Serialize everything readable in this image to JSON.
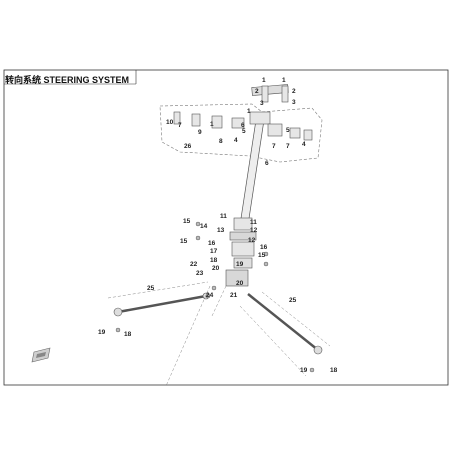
{
  "header": {
    "title": "转向系统 STEERING SYSTEM"
  },
  "callouts": {
    "c1": "1",
    "c2": "2",
    "c3": "3",
    "c4": "4",
    "c5": "5",
    "c6": "6",
    "c7": "7",
    "c8": "8",
    "c9": "9",
    "c10": "10",
    "c11": "11",
    "c12": "12",
    "c13": "13",
    "c14": "14",
    "c15": "15",
    "c16": "16",
    "c17": "17",
    "c18": "18",
    "c19": "19",
    "c20": "20",
    "c21": "21",
    "c22": "22",
    "c23": "23",
    "c24": "24",
    "c25": "25",
    "c26": "26"
  },
  "colors": {
    "line": "#555555",
    "part_fill": "#e6e6e6",
    "frame": "#333333"
  },
  "icons": {
    "logo": "cfmoto-logo-icon"
  }
}
